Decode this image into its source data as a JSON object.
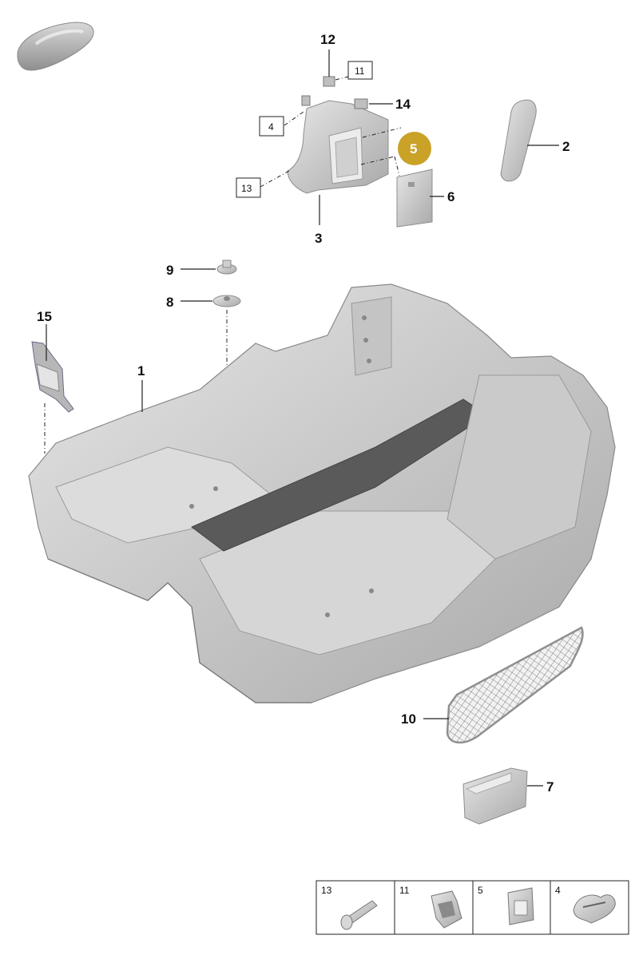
{
  "callouts": {
    "p1": "1",
    "p2": "2",
    "p3": "3",
    "p4": "4",
    "p5": "5",
    "p6": "6",
    "p7": "7",
    "p8": "8",
    "p9": "9",
    "p10": "10",
    "p11": "11",
    "p12": "12",
    "p13": "13",
    "p14": "14",
    "p15": "15"
  },
  "colors": {
    "highlight": "#c9a227",
    "part_fill": "#cfcfcf",
    "part_dark": "#9e9e9e"
  },
  "legend": {
    "cells": [
      {
        "label": "13",
        "icon": "plug-icon"
      },
      {
        "label": "11",
        "icon": "clip-icon"
      },
      {
        "label": "5",
        "icon": "bracket-clip-icon"
      },
      {
        "label": "4",
        "icon": "spring-clip-icon"
      }
    ]
  }
}
